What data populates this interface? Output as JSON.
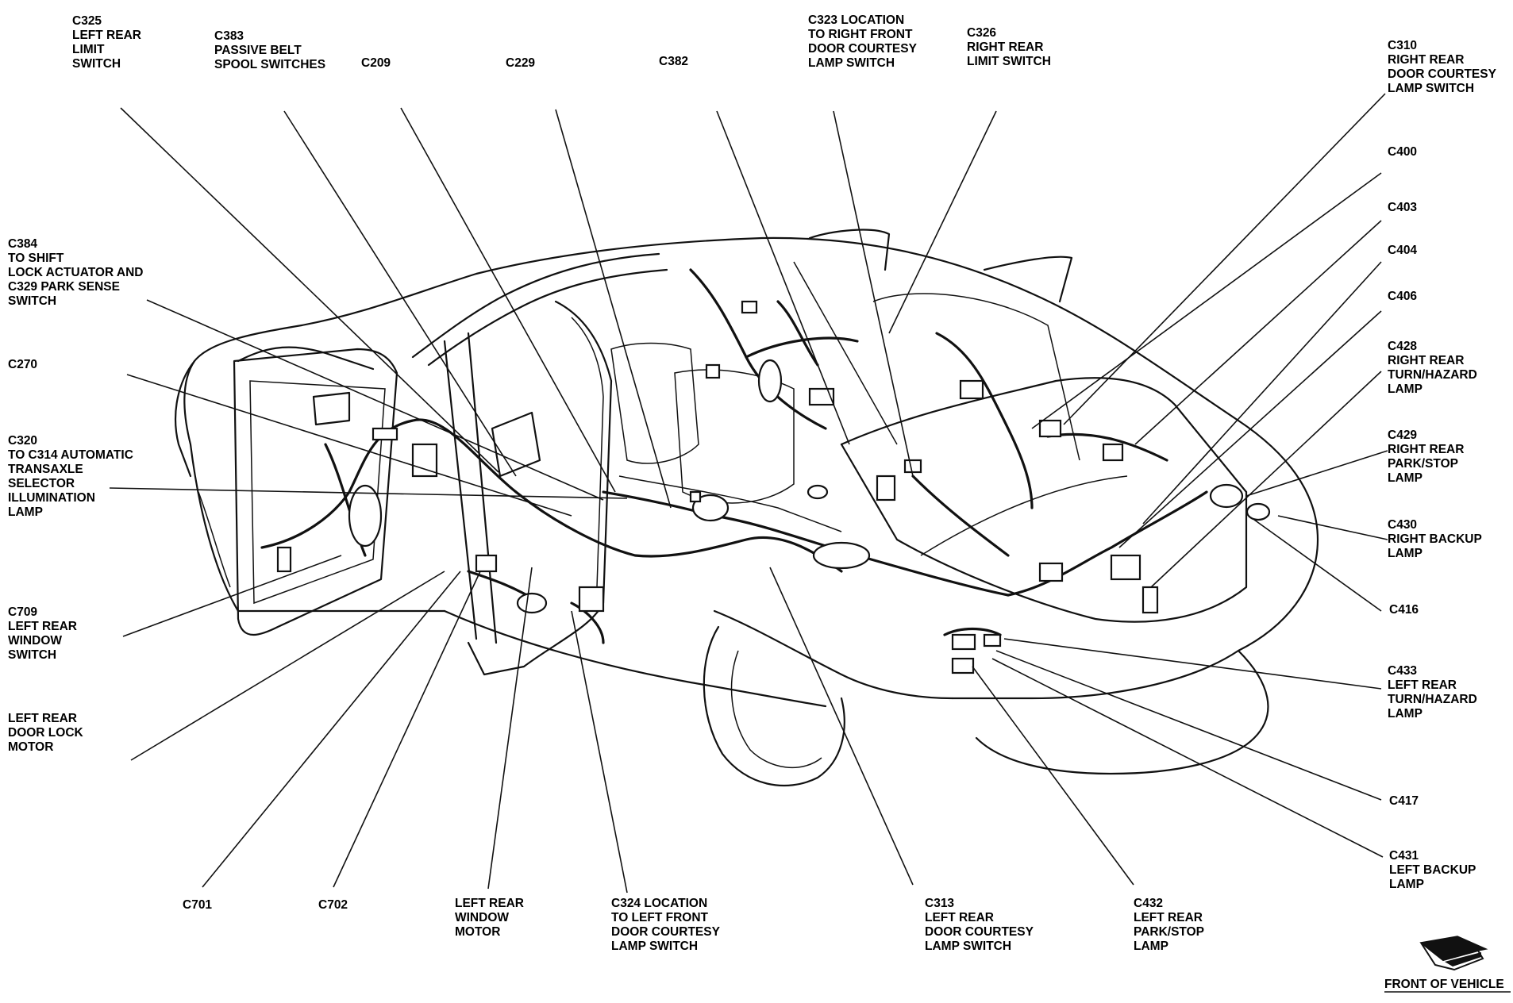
{
  "callouts": [
    {
      "id": "c325",
      "lines": [
        "C325",
        "LEFT REAR",
        "LIMIT",
        "SWITCH"
      ]
    },
    {
      "id": "c383",
      "lines": [
        "C383",
        "PASSIVE BELT",
        "SPOOL SWITCHES"
      ]
    },
    {
      "id": "c209",
      "lines": [
        "C209"
      ]
    },
    {
      "id": "c229",
      "lines": [
        "C229"
      ]
    },
    {
      "id": "c382",
      "lines": [
        "C382"
      ]
    },
    {
      "id": "c323",
      "lines": [
        "C323 LOCATION",
        "TO RIGHT FRONT",
        "DOOR COURTESY",
        "LAMP SWITCH"
      ]
    },
    {
      "id": "c326",
      "lines": [
        "C326",
        "RIGHT REAR",
        "LIMIT SWITCH"
      ]
    },
    {
      "id": "c310",
      "lines": [
        "C310",
        "RIGHT REAR",
        "DOOR COURTESY",
        "LAMP SWITCH"
      ]
    },
    {
      "id": "c400",
      "lines": [
        "C400"
      ]
    },
    {
      "id": "c403",
      "lines": [
        "C403"
      ]
    },
    {
      "id": "c404",
      "lines": [
        "C404"
      ]
    },
    {
      "id": "c406",
      "lines": [
        "C406"
      ]
    },
    {
      "id": "c428",
      "lines": [
        "C428",
        "RIGHT REAR",
        "TURN/HAZARD",
        "LAMP"
      ]
    },
    {
      "id": "c429",
      "lines": [
        "C429",
        "RIGHT REAR",
        "PARK/STOP",
        "LAMP"
      ]
    },
    {
      "id": "c430",
      "lines": [
        "C430",
        "RIGHT BACKUP",
        "LAMP"
      ]
    },
    {
      "id": "c416",
      "lines": [
        "C416"
      ]
    },
    {
      "id": "c433",
      "lines": [
        "C433",
        "LEFT REAR",
        "TURN/HAZARD",
        "LAMP"
      ]
    },
    {
      "id": "c417",
      "lines": [
        "C417"
      ]
    },
    {
      "id": "c431",
      "lines": [
        "C431",
        "LEFT BACKUP",
        "LAMP"
      ]
    },
    {
      "id": "c432",
      "lines": [
        "C432",
        "LEFT REAR",
        "PARK/STOP",
        "LAMP"
      ]
    },
    {
      "id": "c313",
      "lines": [
        "C313",
        "LEFT REAR",
        "DOOR COURTESY",
        "LAMP SWITCH"
      ]
    },
    {
      "id": "c324",
      "lines": [
        "C324 LOCATION",
        "TO LEFT FRONT",
        "DOOR COURTESY",
        "LAMP SWITCH"
      ]
    },
    {
      "id": "lrwm",
      "lines": [
        "LEFT REAR",
        "WINDOW",
        "MOTOR"
      ]
    },
    {
      "id": "c702",
      "lines": [
        "C702"
      ]
    },
    {
      "id": "c701",
      "lines": [
        "C701"
      ]
    },
    {
      "id": "lrdlm",
      "lines": [
        "LEFT REAR",
        "DOOR LOCK",
        "MOTOR"
      ]
    },
    {
      "id": "c709",
      "lines": [
        "C709",
        "LEFT REAR",
        "WINDOW",
        "SWITCH"
      ]
    },
    {
      "id": "c320",
      "lines": [
        "C320",
        "TO C314 AUTOMATIC",
        "TRANSAXLE",
        "SELECTOR",
        "ILLUMINATION",
        "LAMP"
      ]
    },
    {
      "id": "c270",
      "lines": [
        "C270"
      ]
    },
    {
      "id": "c384",
      "lines": [
        "C384",
        "TO SHIFT",
        "LOCK ACTUATOR AND",
        "C329 PARK SENSE",
        "SWITCH"
      ]
    }
  ],
  "front_of_vehicle": "FRONT OF VEHICLE"
}
